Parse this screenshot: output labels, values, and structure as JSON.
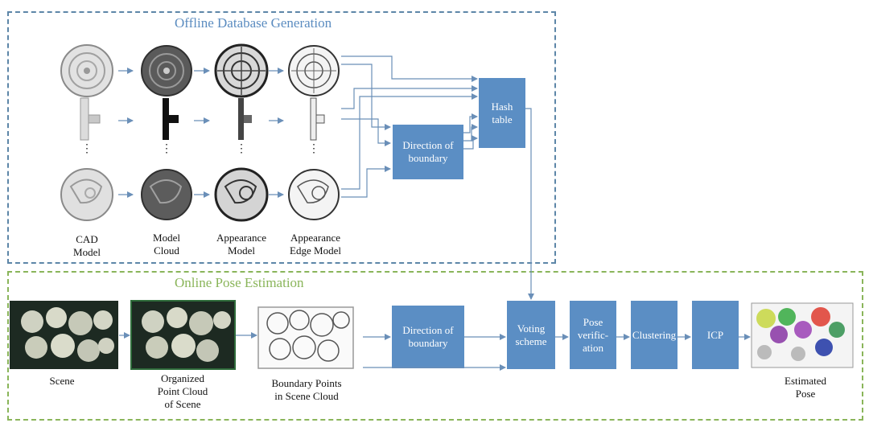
{
  "offline": {
    "title": "Offline Database Generation",
    "column_labels": [
      "CAD\nModel",
      "Model\nCloud",
      "Appearance\nModel",
      "Appearance\nEdge Model"
    ],
    "dots": "⋮",
    "direction_box": "Direction of boundary",
    "hash_box": "Hash table"
  },
  "online": {
    "title": "Online Pose Estimation",
    "scene_label": "Scene",
    "organized_label": "Organized\nPoint Cloud\nof Scene",
    "boundary_label": "Boundary Points\nin Scene Cloud",
    "direction_box": "Direction of boundary",
    "voting_box": "Voting scheme",
    "pose_verif_box": "Pose verific-ation",
    "clustering_box": "Clustering",
    "icp_box": "ICP",
    "estimated_label": "Estimated\nPose"
  },
  "colors": {
    "offline_border": "#5d86a8",
    "online_border": "#8ab55a",
    "box_fill": "#5b8ec4",
    "arrow": "#6a8fb8"
  }
}
